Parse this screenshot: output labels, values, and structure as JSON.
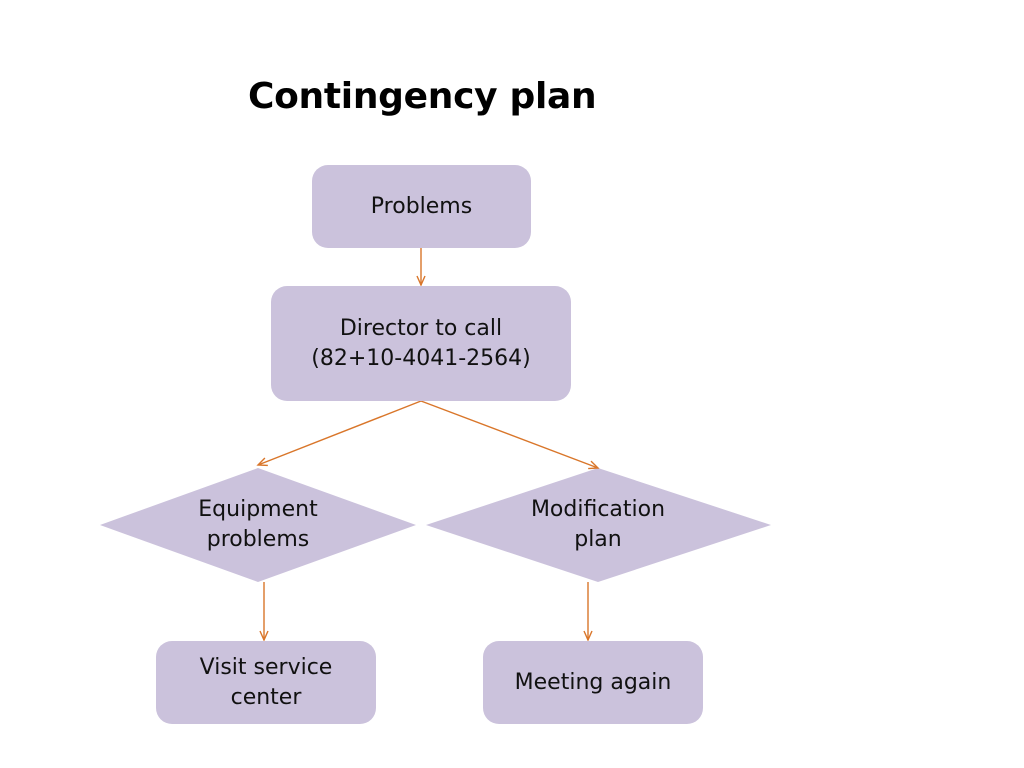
{
  "slide": {
    "title": "Contingency plan"
  },
  "colors": {
    "node_fill": "#cbc2dc",
    "connector": "#d9762a",
    "text": "#111111"
  },
  "nodes": {
    "problems": "Problems",
    "director": "Director to call\n(82+10-4041-2564)",
    "equipment": "Equipment\nproblems",
    "modification": "Modification\nplan",
    "visit": "Visit service\ncenter",
    "meeting": "Meeting again"
  }
}
